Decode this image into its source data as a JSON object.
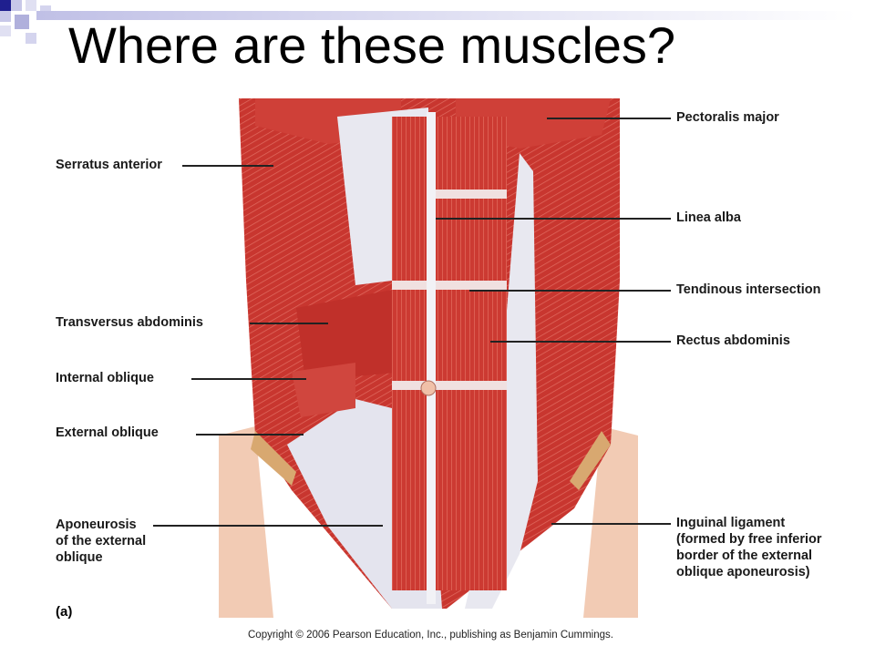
{
  "slide": {
    "title": "Where are these muscles?"
  },
  "labels": {
    "pectoralis_major": "Pectoralis major",
    "serratus_anterior": "Serratus anterior",
    "linea_alba": "Linea alba",
    "tendinous_intersection": "Tendinous intersection",
    "transversus_abdominis": "Transversus abdominis",
    "rectus_abdominis": "Rectus abdominis",
    "internal_oblique": "Internal oblique",
    "external_oblique": "External oblique",
    "aponeurosis_1": "Aponeurosis",
    "aponeurosis_2": "of the external",
    "aponeurosis_3": "oblique",
    "inguinal_1": "Inguinal ligament",
    "inguinal_2": "(formed by free inferior",
    "inguinal_3": "border of the external",
    "inguinal_4": "oblique aponeurosis)"
  },
  "figure_label": "(a)",
  "copyright": "Copyright © 2006 Pearson Education, Inc., publishing as Benjamin Cummings.",
  "colors": {
    "accent_dark": "#1f1f8f",
    "accent_light": "#b8b8e0",
    "muscle": "#c8322e",
    "tendon": "#e6e6ee",
    "skin": "#f2cbb4"
  }
}
